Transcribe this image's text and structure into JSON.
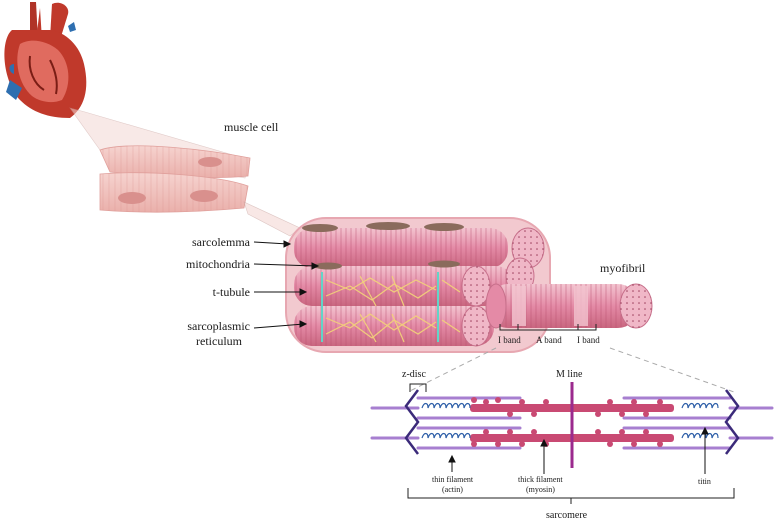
{
  "labels": {
    "muscle_cell": "muscle cell",
    "sarcolemma": "sarcolemma",
    "mitochondria": "mitochondria",
    "t_tubule": "t-tubule",
    "sarcoplasmic_line1": "sarcoplasmic",
    "sarcoplasmic_line2": "reticulum",
    "myofibril": "myofibril",
    "i_band_left": "I band",
    "a_band": "A band",
    "i_band_right": "I band",
    "z_disc": "z-disc",
    "m_line": "M line",
    "thin_filament_line1": "thin filament",
    "thin_filament_line2": "(actin)",
    "thick_filament_line1": "thick filament",
    "thick_filament_line2": "(myosin)",
    "titin": "titin",
    "sarcomere": "sarcomere"
  },
  "colors": {
    "heart": "#c0392b",
    "muscle": "#e8a3a8",
    "myofibril": "#e48aa6",
    "thick_filament": "#c94a73",
    "thin_filament": "#a77fd0",
    "z_disc": "#3b2a7a",
    "m_line": "#9b2a8e",
    "titin": "#2e5fa8"
  }
}
